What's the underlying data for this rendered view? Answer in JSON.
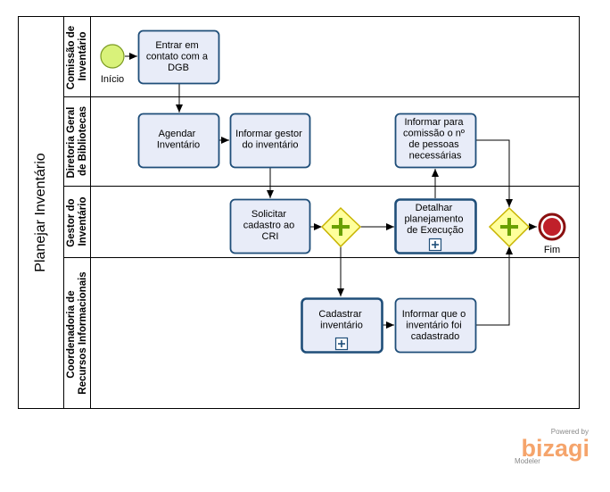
{
  "pool": {
    "title": "Planejar Inventário",
    "lanes": [
      {
        "lines": [
          "Comissão de",
          "Inventário"
        ]
      },
      {
        "lines": [
          "Diretoria Geral",
          "de Bibliotecas"
        ]
      },
      {
        "lines": [
          "Gestor do",
          "Inventário"
        ]
      },
      {
        "lines": [
          "Coordenadoria de",
          "Recursos Informacionais"
        ]
      }
    ]
  },
  "events": {
    "start": {
      "label": "Início"
    },
    "end": {
      "label": "Fim"
    }
  },
  "tasks": {
    "entrar": {
      "lines": [
        "Entrar em",
        "contato com a",
        "DGB"
      ]
    },
    "agendar": {
      "lines": [
        "Agendar",
        "Inventário"
      ]
    },
    "informar_gestor": {
      "lines": [
        "Informar gestor",
        "do inventário"
      ]
    },
    "informar_comissao": {
      "lines": [
        "Informar para",
        "comissão o nº",
        "de pessoas",
        "necessárias"
      ]
    },
    "solicitar": {
      "lines": [
        "Solicitar",
        "cadastro ao",
        "CRI"
      ]
    },
    "detalhar": {
      "lines": [
        "Detalhar",
        "planejamento",
        "de Execução"
      ]
    },
    "cadastrar": {
      "lines": [
        "Cadastrar",
        "inventário"
      ]
    },
    "informar_cadastrado": {
      "lines": [
        "Informar que o",
        "inventário foi",
        "cadastrado"
      ]
    }
  },
  "gateways": {
    "split": {
      "type": "parallel"
    },
    "join": {
      "type": "parallel"
    }
  },
  "branding": {
    "powered": "Powered by",
    "brand": "bizagi",
    "product": "Modeler"
  },
  "colors": {
    "task_fill": "#e8ecf8",
    "task_stroke": "#1f4e79",
    "start_fill": "#d9f27a",
    "end_fill": "#c0202a",
    "gateway_fill": "#ffff9c",
    "gateway_stroke": "#c8b400",
    "gateway_plus": "#6aa000",
    "brand": "#f5a46b"
  }
}
